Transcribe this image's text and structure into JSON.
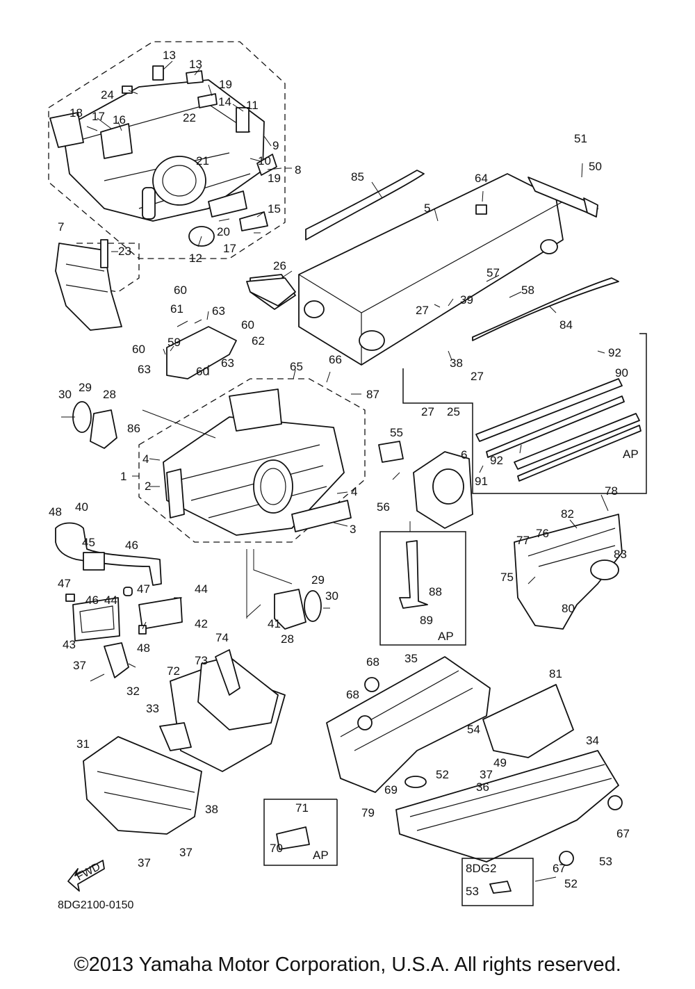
{
  "diagram": {
    "code": "8DG2100-0150",
    "fwd_label": "FWD",
    "ap_label": "AP",
    "variant_label": "8DG2",
    "copyright": "©2013 Yamaha Motor Corporation, U.S.A. All rights reserved.",
    "callouts": [
      {
        "id": "c13a",
        "text": "13"
      },
      {
        "id": "c13b",
        "text": "13"
      },
      {
        "id": "c24",
        "text": "24"
      },
      {
        "id": "c19a",
        "text": "19"
      },
      {
        "id": "c14",
        "text": "14"
      },
      {
        "id": "c11",
        "text": "11"
      },
      {
        "id": "c18",
        "text": "18"
      },
      {
        "id": "c17a",
        "text": "17"
      },
      {
        "id": "c16",
        "text": "16"
      },
      {
        "id": "c22",
        "text": "22"
      },
      {
        "id": "c9",
        "text": "9"
      },
      {
        "id": "c21",
        "text": "21"
      },
      {
        "id": "c10",
        "text": "10"
      },
      {
        "id": "c19b",
        "text": "19"
      },
      {
        "id": "c8",
        "text": "8"
      },
      {
        "id": "c15",
        "text": "15"
      },
      {
        "id": "c20",
        "text": "20"
      },
      {
        "id": "c17b",
        "text": "17"
      },
      {
        "id": "c12",
        "text": "12"
      },
      {
        "id": "c7",
        "text": "7"
      },
      {
        "id": "c23",
        "text": "23"
      },
      {
        "id": "c85",
        "text": "85"
      },
      {
        "id": "c5",
        "text": "5"
      },
      {
        "id": "c64",
        "text": "64"
      },
      {
        "id": "c51",
        "text": "51"
      },
      {
        "id": "c50",
        "text": "50"
      },
      {
        "id": "c26",
        "text": "26"
      },
      {
        "id": "c57",
        "text": "57"
      },
      {
        "id": "c58",
        "text": "58"
      },
      {
        "id": "c27a",
        "text": "27"
      },
      {
        "id": "c39",
        "text": "39"
      },
      {
        "id": "c84",
        "text": "84"
      },
      {
        "id": "c38a",
        "text": "38"
      },
      {
        "id": "c92a",
        "text": "92"
      },
      {
        "id": "c90",
        "text": "90"
      },
      {
        "id": "c27b",
        "text": "27"
      },
      {
        "id": "c27c",
        "text": "27"
      },
      {
        "id": "c25",
        "text": "25"
      },
      {
        "id": "c92b",
        "text": "92"
      },
      {
        "id": "c91",
        "text": "91"
      },
      {
        "id": "c60a",
        "text": "60"
      },
      {
        "id": "c61",
        "text": "61"
      },
      {
        "id": "c63a",
        "text": "63"
      },
      {
        "id": "c60b",
        "text": "60"
      },
      {
        "id": "c62",
        "text": "62"
      },
      {
        "id": "c60c",
        "text": "60"
      },
      {
        "id": "c59",
        "text": "59"
      },
      {
        "id": "c63b",
        "text": "63"
      },
      {
        "id": "c63c",
        "text": "63"
      },
      {
        "id": "c60d",
        "text": "60"
      },
      {
        "id": "c65",
        "text": "65"
      },
      {
        "id": "c66",
        "text": "66"
      },
      {
        "id": "c87",
        "text": "87"
      },
      {
        "id": "c30a",
        "text": "30"
      },
      {
        "id": "c29a",
        "text": "29"
      },
      {
        "id": "c28a",
        "text": "28"
      },
      {
        "id": "c86",
        "text": "86"
      },
      {
        "id": "c4a",
        "text": "4"
      },
      {
        "id": "c1",
        "text": "1"
      },
      {
        "id": "c2",
        "text": "2"
      },
      {
        "id": "c4b",
        "text": "4"
      },
      {
        "id": "c3",
        "text": "3"
      },
      {
        "id": "c55",
        "text": "55"
      },
      {
        "id": "c6",
        "text": "6"
      },
      {
        "id": "c56",
        "text": "56"
      },
      {
        "id": "c48a",
        "text": "48"
      },
      {
        "id": "c40",
        "text": "40"
      },
      {
        "id": "c45",
        "text": "45"
      },
      {
        "id": "c46a",
        "text": "46"
      },
      {
        "id": "c47a",
        "text": "47"
      },
      {
        "id": "c47b",
        "text": "47"
      },
      {
        "id": "c46b",
        "text": "46"
      },
      {
        "id": "c44a",
        "text": "44"
      },
      {
        "id": "c44b",
        "text": "44"
      },
      {
        "id": "c43",
        "text": "43"
      },
      {
        "id": "c42",
        "text": "42"
      },
      {
        "id": "c48b",
        "text": "48"
      },
      {
        "id": "c88",
        "text": "88"
      },
      {
        "id": "c89",
        "text": "89"
      },
      {
        "id": "c41",
        "text": "41"
      },
      {
        "id": "c28b",
        "text": "28"
      },
      {
        "id": "c29b",
        "text": "29"
      },
      {
        "id": "c30b",
        "text": "30"
      },
      {
        "id": "c78",
        "text": "78"
      },
      {
        "id": "c82",
        "text": "82"
      },
      {
        "id": "c77",
        "text": "77"
      },
      {
        "id": "c76",
        "text": "76"
      },
      {
        "id": "c83",
        "text": "83"
      },
      {
        "id": "c75",
        "text": "75"
      },
      {
        "id": "c80",
        "text": "80"
      },
      {
        "id": "c37a",
        "text": "37"
      },
      {
        "id": "c32",
        "text": "32"
      },
      {
        "id": "c74",
        "text": "74"
      },
      {
        "id": "c72",
        "text": "72"
      },
      {
        "id": "c73",
        "text": "73"
      },
      {
        "id": "c68a",
        "text": "68"
      },
      {
        "id": "c35",
        "text": "35"
      },
      {
        "id": "c81",
        "text": "81"
      },
      {
        "id": "c68b",
        "text": "68"
      },
      {
        "id": "c33",
        "text": "33"
      },
      {
        "id": "c54",
        "text": "54"
      },
      {
        "id": "c31",
        "text": "31"
      },
      {
        "id": "c49",
        "text": "49"
      },
      {
        "id": "c34",
        "text": "34"
      },
      {
        "id": "c52a",
        "text": "52"
      },
      {
        "id": "c37b",
        "text": "37"
      },
      {
        "id": "c36",
        "text": "36"
      },
      {
        "id": "c69",
        "text": "69"
      },
      {
        "id": "c38b",
        "text": "38"
      },
      {
        "id": "c71",
        "text": "71"
      },
      {
        "id": "c79",
        "text": "79"
      },
      {
        "id": "c67a",
        "text": "67"
      },
      {
        "id": "c37c",
        "text": "37"
      },
      {
        "id": "c37d",
        "text": "37"
      },
      {
        "id": "c70",
        "text": "70"
      },
      {
        "id": "c67b",
        "text": "67"
      },
      {
        "id": "c53a",
        "text": "53"
      },
      {
        "id": "c53b",
        "text": "53"
      },
      {
        "id": "c52b",
        "text": "52"
      }
    ]
  }
}
